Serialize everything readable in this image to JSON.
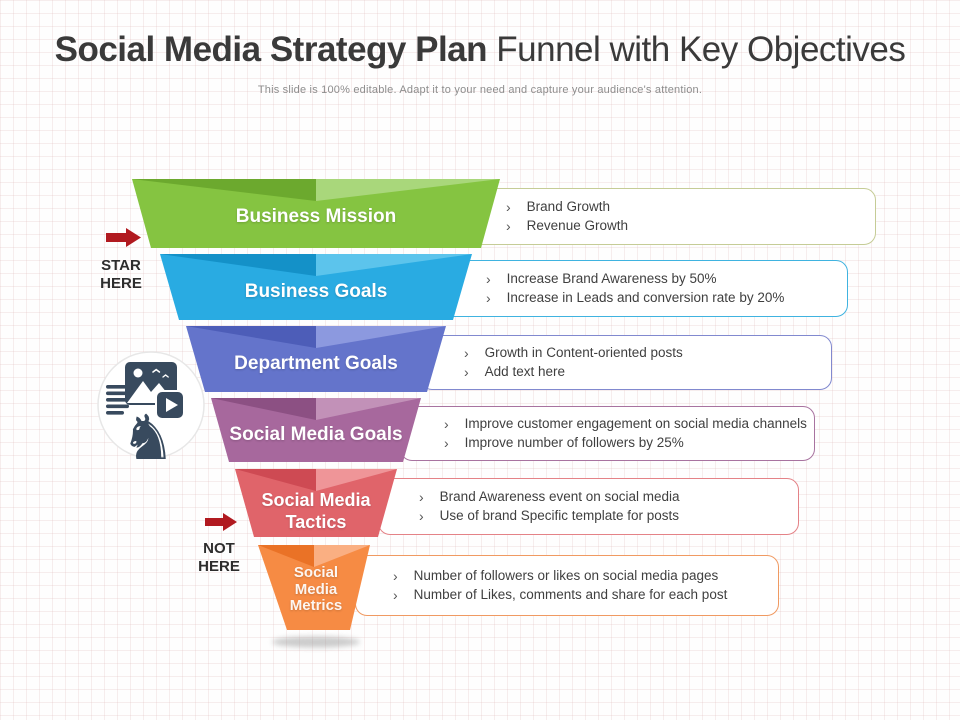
{
  "slide": {
    "title_bold": "Social Media Strategy Plan",
    "title_regular": " Funnel with Key Objectives",
    "subtitle": "This slide is 100% editable. Adapt it to your need and capture your audience's attention."
  },
  "annotations": {
    "start": {
      "line1": "STAR",
      "line2": "HERE"
    },
    "not": {
      "line1": "NOT",
      "line2": "HERE"
    },
    "arrow_color": "#B11A20"
  },
  "icon": {
    "name": "social-media-strategy-knight-icon",
    "color": "#384A5E",
    "knight_glyph": "♞"
  },
  "funnel": {
    "segments": [
      {
        "label": "Business Mission",
        "color": "#85C441",
        "color_dark": "#6CA92E",
        "color_light": "#A9D77B"
      },
      {
        "label": "Business Goals",
        "color": "#29ABE2",
        "color_dark": "#1491C8",
        "color_light": "#5CC4EC"
      },
      {
        "label": "Department Goals",
        "color": "#6474CB",
        "color_dark": "#4D5DB8",
        "color_light": "#8C99DF"
      },
      {
        "label": "Social Media Goals",
        "color": "#A7689D",
        "color_dark": "#8C5083",
        "color_light": "#C291B8"
      },
      {
        "label": "Social Media Tactics",
        "color": "#E0646A",
        "color_dark": "#CE4A53",
        "color_light": "#EF9598"
      },
      {
        "label": "Social Media Metrics",
        "color": "#F68B44",
        "color_dark": "#EA7226",
        "color_light": "#FAAF82"
      }
    ]
  },
  "objectives": [
    {
      "border_color": "#C5CC96",
      "items": [
        "Brand Growth",
        "Revenue Growth"
      ]
    },
    {
      "border_color": "#3FB3E0",
      "items": [
        "Increase Brand Awareness by 50%",
        "Increase in Leads and conversion rate by 20%"
      ]
    },
    {
      "border_color": "#8189CF",
      "items": [
        "Growth in Content-oriented posts",
        "Add text here"
      ]
    },
    {
      "border_color": "#A873A0",
      "items": [
        "Improve customer engagement on social media channels",
        "Improve number of followers by 25%"
      ]
    },
    {
      "border_color": "#E48287",
      "items": [
        "Brand Awareness event on social media",
        "Use of brand Specific template for posts"
      ]
    },
    {
      "border_color": "#F09A62",
      "items": [
        "Number of followers or likes on social media pages",
        "Number of Likes, comments and share for each post"
      ]
    }
  ],
  "bullet_glyph": "›"
}
